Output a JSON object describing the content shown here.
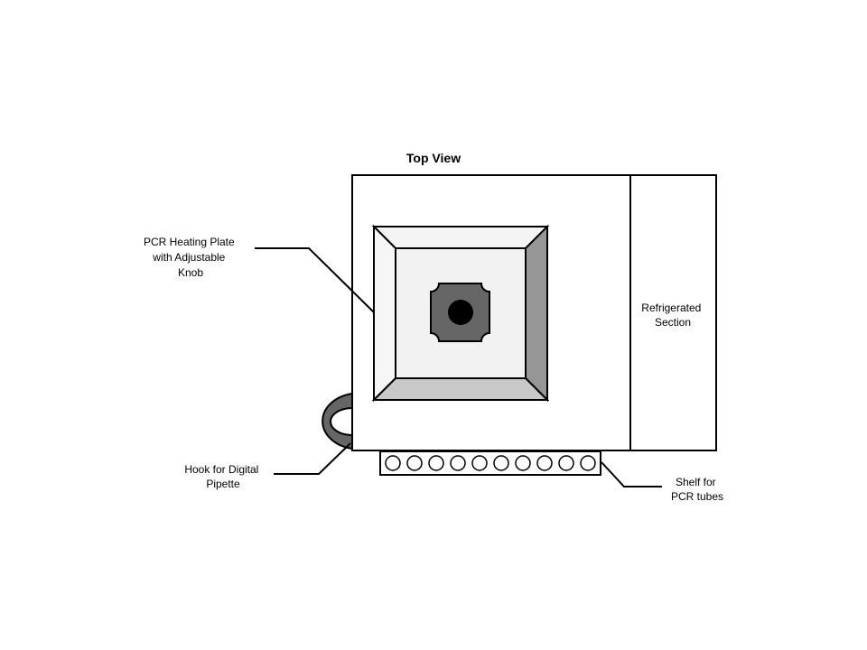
{
  "diagram": {
    "title": "Top View",
    "labels": {
      "heating_plate": [
        "PCR Heating Plate",
        "with Adjustable",
        "Knob"
      ],
      "refrigerated": [
        "Refrigerated",
        "Section"
      ],
      "hook": [
        "Hook for Digital",
        "Pipette"
      ],
      "shelf": [
        "Shelf for",
        "PCR tubes"
      ]
    },
    "shelf_tube_count": 10,
    "colors": {
      "plate_face": "#f2f2f2",
      "plate_bevel_left": "#f6f6f6",
      "plate_bevel_top": "#f4f4f4",
      "plate_bevel_right": "#969696",
      "plate_bevel_bottom": "#c8c8c8",
      "knob": "#666666",
      "knob_center": "#000000",
      "hook": "#666666"
    }
  }
}
